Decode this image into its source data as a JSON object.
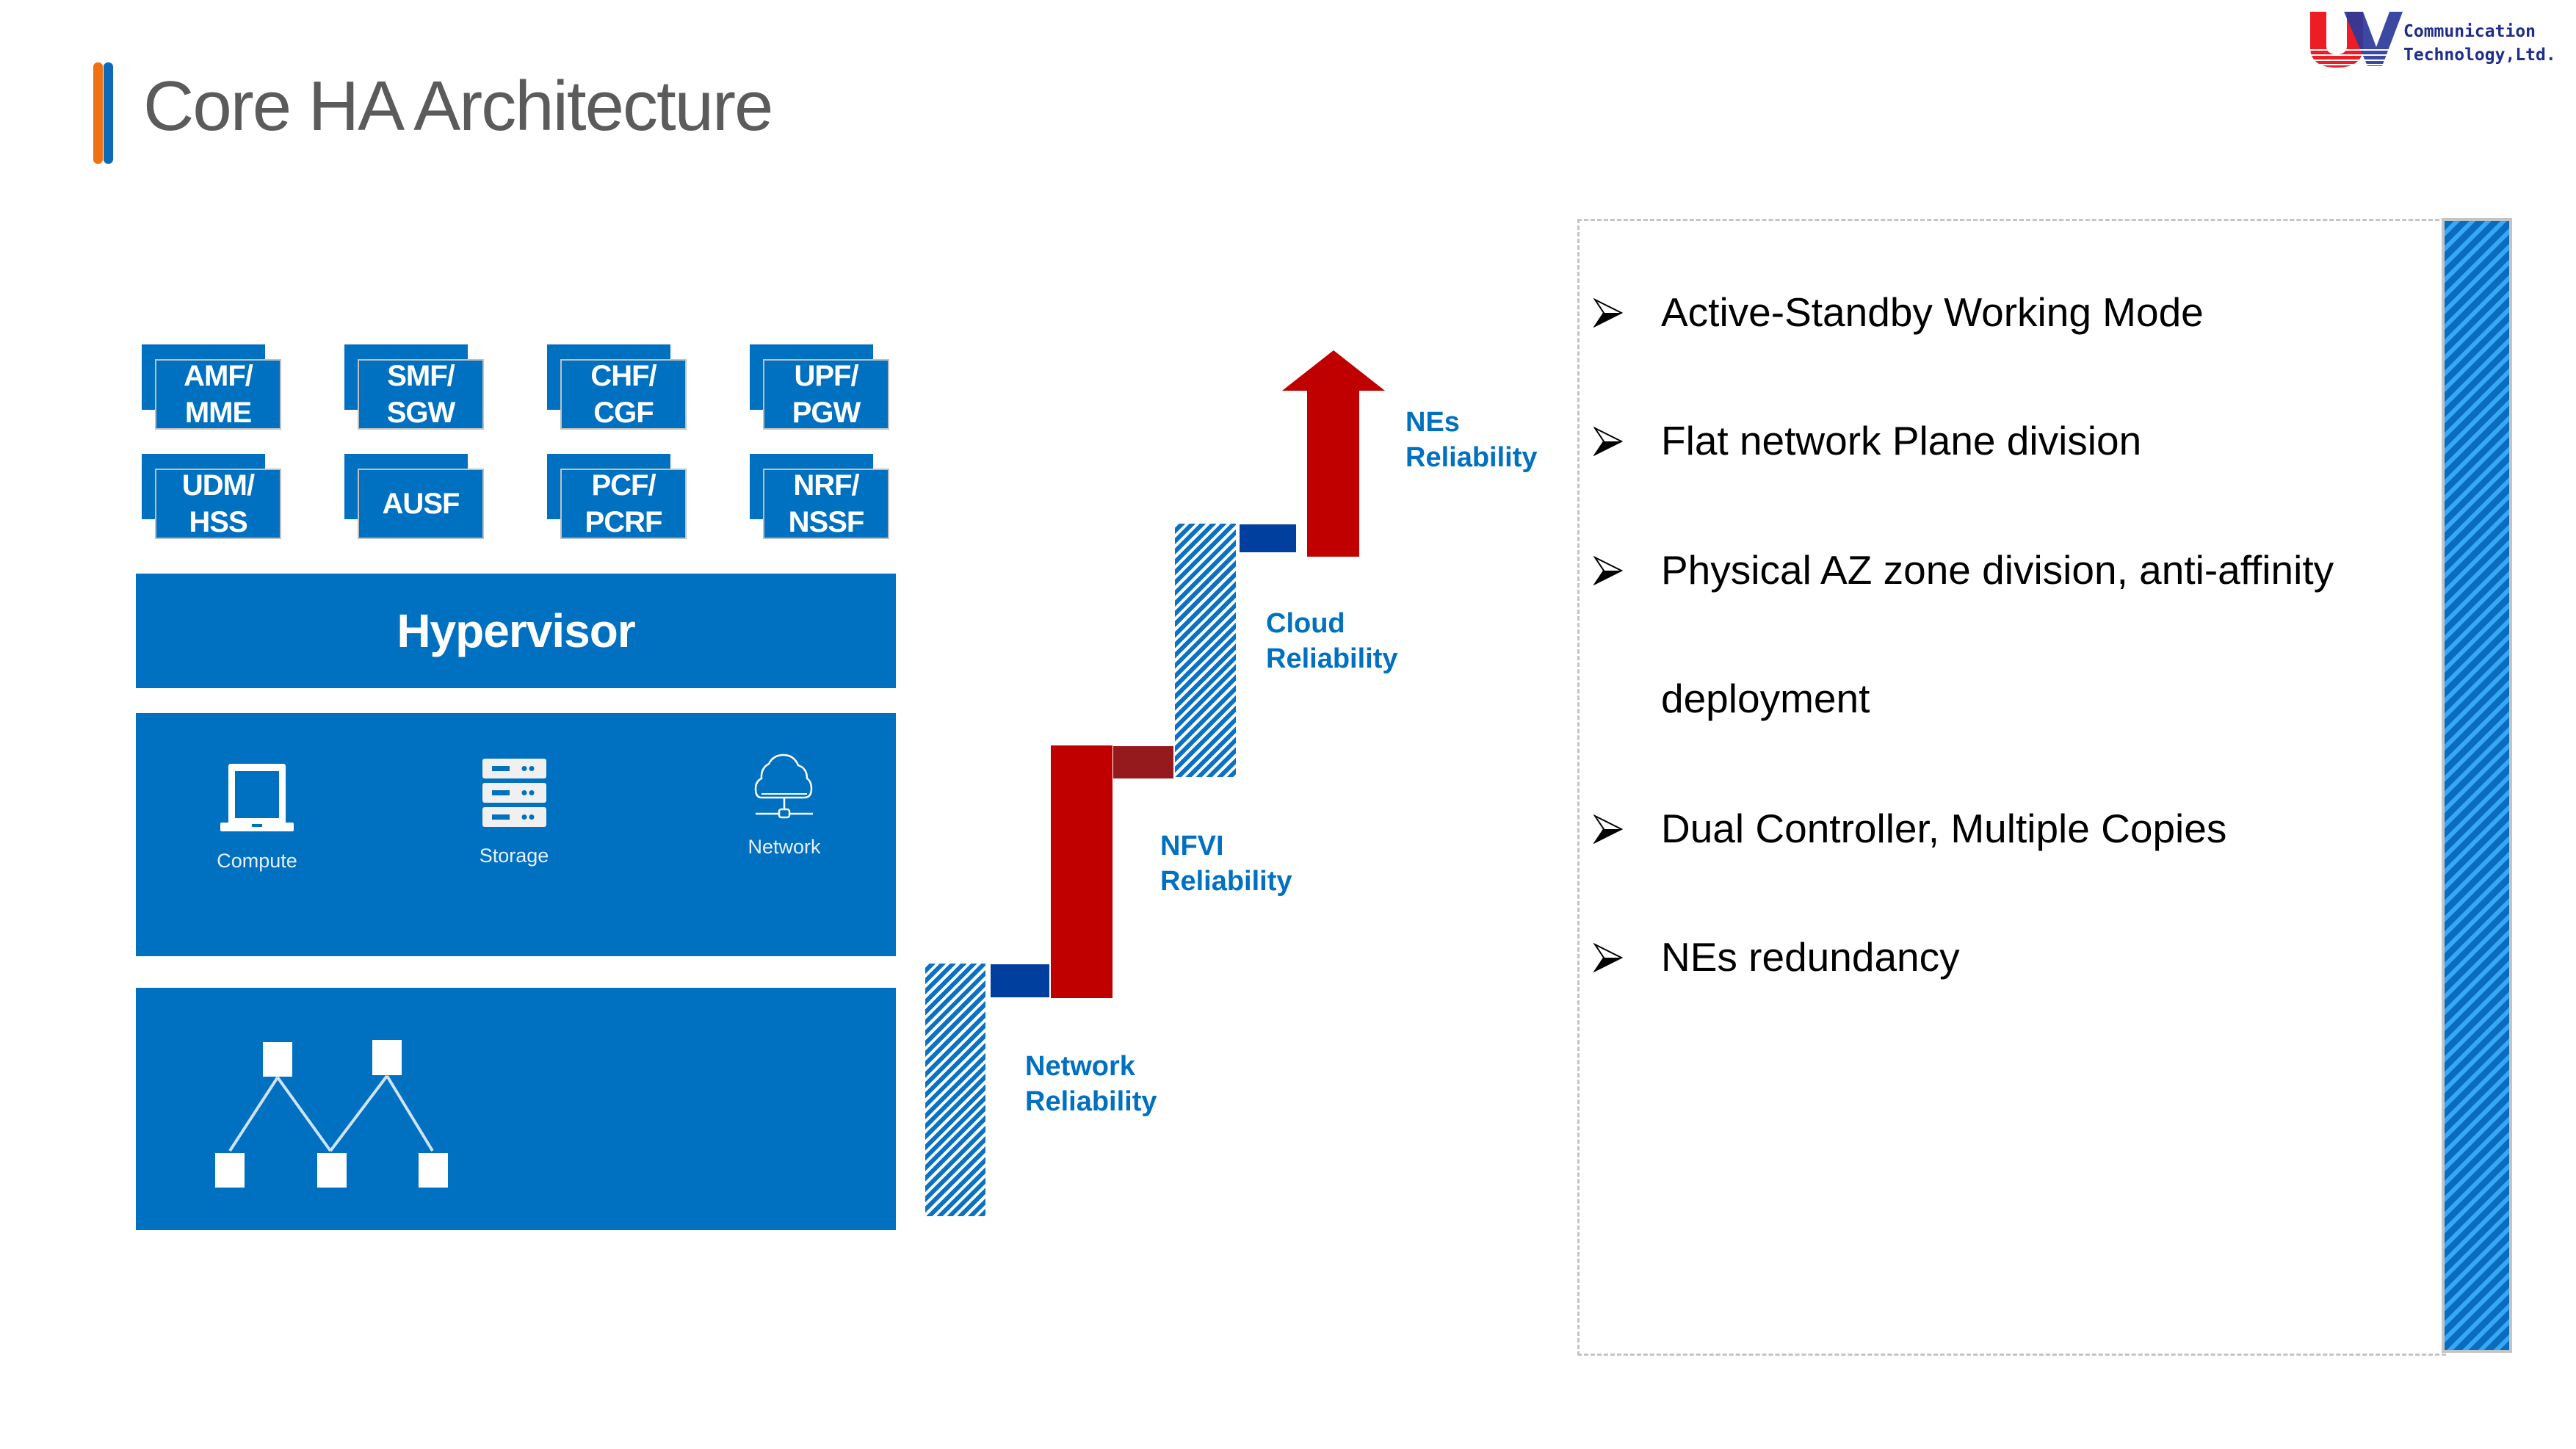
{
  "header": {
    "title": "Core HA Architecture",
    "accent_colors": [
      "#ef7113",
      "#0c6ab7"
    ]
  },
  "logo": {
    "mark": "UV",
    "line1": "Communication",
    "line2": "Technology,Ltd.",
    "colors": {
      "red": "#ee1c25",
      "navy": "#1f2d8a"
    }
  },
  "network_functions": [
    {
      "line1": "AMF/",
      "line2": "MME"
    },
    {
      "line1": "SMF/",
      "line2": "SGW"
    },
    {
      "line1": "CHF/",
      "line2": "CGF"
    },
    {
      "line1": "UPF/",
      "line2": "PGW"
    },
    {
      "line1": "UDM/",
      "line2": "HSS"
    },
    {
      "line1": "AUSF",
      "line2": ""
    },
    {
      "line1": "PCF/",
      "line2": "PCRF"
    },
    {
      "line1": "NRF/",
      "line2": "NSSF"
    }
  ],
  "layers": {
    "hypervisor": "Hypervisor",
    "resources": [
      {
        "label": "Compute",
        "icon": "laptop-icon"
      },
      {
        "label": "Storage",
        "icon": "server-stack-icon"
      },
      {
        "label": "Network",
        "icon": "cloud-network-icon"
      }
    ],
    "topology_icon": "network-topology-icon"
  },
  "reliability_steps": [
    {
      "line1": "Network",
      "line2": "Reliability"
    },
    {
      "line1": "NFVI",
      "line2": "Reliability"
    },
    {
      "line1": "Cloud",
      "line2": "Reliability"
    },
    {
      "line1": "NEs",
      "line2": "Reliability"
    }
  ],
  "colors": {
    "primary_blue": "#0070c0",
    "navy_block": "#003f9e",
    "red_bar": "#c00000",
    "dark_red_block": "#941a1d"
  },
  "features": [
    {
      "text": "Active-Standby Working Mode"
    },
    {
      "text": "Flat network Plane division"
    },
    {
      "text": "Physical AZ zone division, anti-affinity"
    },
    {
      "text": "deployment",
      "continuation": true
    },
    {
      "text": "Dual Controller, Multiple Copies"
    },
    {
      "text": "NEs redundancy"
    }
  ]
}
